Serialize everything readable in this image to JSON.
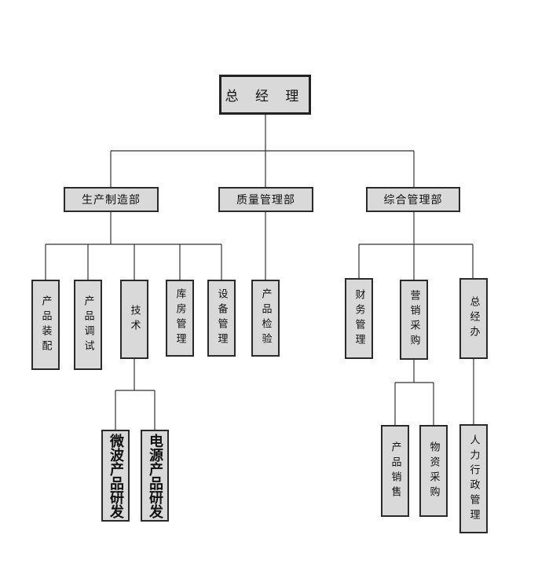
{
  "root": "总 经 理",
  "departments": {
    "production": "生产制造部",
    "quality": "质量管理部",
    "general": "综合管理部"
  },
  "production_units": {
    "assembly": "产品装配",
    "debug": "产品调试",
    "tech": "技术",
    "warehouse": "库房管理",
    "equipment": "设备管理"
  },
  "tech_units": {
    "microwave": "微波产品研发",
    "power": "电源产品研发"
  },
  "quality_units": {
    "inspection": "产品检验"
  },
  "general_units": {
    "finance": "财务管理",
    "marketing": "营销采购",
    "office": "总经办"
  },
  "marketing_units": {
    "sales": "产品销售",
    "purchase": "物资采购"
  },
  "office_units": {
    "hr": "人力行政管理"
  }
}
